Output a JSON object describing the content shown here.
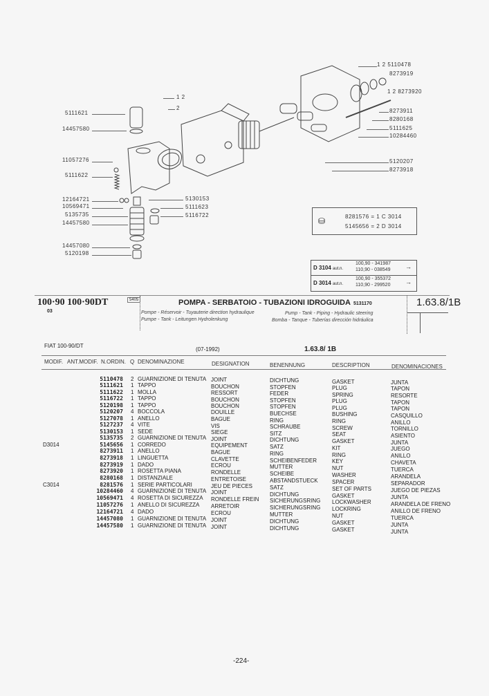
{
  "diagram": {
    "left_callouts": [
      "5111621",
      "14457580",
      "11057276",
      "5111622",
      "12164721",
      "10569471",
      "5135735",
      "14457580",
      "14457080",
      "5120198"
    ],
    "mid_callouts": [
      "5130153",
      "5111623",
      "5116722"
    ],
    "gasket_callouts": [
      "1 2",
      "2"
    ],
    "right_callouts": [
      "1 2  5110478",
      "8273919",
      "1 2  8273920",
      "8273911",
      "8280168",
      "5111625",
      "10284460",
      "5120207",
      "8273918"
    ],
    "kit_box": {
      "line1": "8281576 = 1  C 3014",
      "line2": "5145656 = 2  D 3014"
    },
    "serial_box": [
      {
        "code": "D 3104",
        "suffix": "aut.n.",
        "r1": "100,90 - 341987",
        "r2": "110,90 - 038549",
        "arrow": "→"
      },
      {
        "code": "D 3014",
        "suffix": "aut.n.",
        "r1": "100,90 - 355372",
        "r2": "110,90 - 299520",
        "arrow": "→"
      }
    ]
  },
  "header": {
    "model": "100·90 100·90DT",
    "model_sub": "03",
    "code_box": "5405",
    "title": "POMPA - SERBATOIO - TUBAZIONI IDROGUIDA",
    "title_code": "5131170",
    "sub_fr": "Pompe - Réservoir - Tuyauterie direction hydraulique",
    "sub_en": "Pump - Tank - Piping - Hydraulic steering",
    "sub_de": "Pumpe - Tank - Leitungen Hydrolenkung",
    "sub_es": "Bomba - Tanque - Tuberías dirección hidráulica",
    "page_ref": "1.63.8/1B"
  },
  "list_header": {
    "model": "FIAT 100-90/DT",
    "date": "(07-1992)",
    "ref": "1.63.8/ 1B"
  },
  "columns": [
    "MODIF.",
    "ANT.MODIF.",
    "N.ORDIN.",
    "Q",
    "DENOMINAZIONE",
    "DESIGNATION",
    "BENENNUNG",
    "DESCRIPTION",
    "DENOMINACIONES"
  ],
  "rows": [
    [
      "",
      "",
      "5110478",
      "2",
      "GUARNIZIONE DI TENUTA",
      "JOINT",
      "DICHTUNG",
      "GASKET",
      "JUNTA"
    ],
    [
      "",
      "",
      "5111621",
      "1",
      "TAPPO",
      "BOUCHON",
      "STOPFEN",
      "PLUG",
      "TAPON"
    ],
    [
      "",
      "",
      "5111622",
      "1",
      "MOLLA",
      "RESSORT",
      "FEDER",
      "SPRING",
      "RESORTE"
    ],
    [
      "",
      "",
      "5116722",
      "1",
      "TAPPO",
      "BOUCHON",
      "STOPFEN",
      "PLUG",
      "TAPON"
    ],
    [
      "",
      "",
      "5120198",
      "1",
      "TAPPO",
      "BOUCHON",
      "STOPFEN",
      "PLUG",
      "TAPON"
    ],
    [
      "",
      "",
      "5120207",
      "4",
      "BOCCOLA",
      "DOUILLE",
      "BUECHSE",
      "BUSHING",
      "CASQUILLO"
    ],
    [
      "",
      "",
      "5127078",
      "1",
      "ANELLO",
      "BAGUE",
      "RING",
      "RING",
      "ANILLO"
    ],
    [
      "",
      "",
      "5127237",
      "4",
      "VITE",
      "VIS",
      "SCHRAUBE",
      "SCREW",
      "TORNILLO"
    ],
    [
      "",
      "",
      "5130153",
      "1",
      "SEDE",
      "SIEGE",
      "SITZ",
      "SEAT",
      "ASIENTO"
    ],
    [
      "",
      "",
      "5135735",
      "2",
      "GUARNIZIONE DI TENUTA",
      "JOINT",
      "DICHTUNG",
      "GASKET",
      "JUNTA"
    ],
    [
      "D3014",
      "",
      "5145656",
      "1",
      "CORREDO",
      "EQUIPEMENT",
      "SATZ",
      "KIT",
      "JUEGO"
    ],
    [
      "",
      "",
      "8273911",
      "1",
      "ANELLO",
      "BAGUE",
      "RING",
      "RING",
      "ANILLO"
    ],
    [
      "",
      "",
      "8273918",
      "1",
      "LINGUETTA",
      "CLAVETTE",
      "SCHEIBENFEDER",
      "KEY",
      "CHAVETA"
    ],
    [
      "",
      "",
      "8273919",
      "1",
      "DADO",
      "ECROU",
      "MUTTER",
      "NUT",
      "TUERCA"
    ],
    [
      "",
      "",
      "8273920",
      "1",
      "ROSETTA PIANA",
      "RONDELLE",
      "SCHEIBE",
      "WASHER",
      "ARANDELA"
    ],
    [
      "",
      "",
      "8280168",
      "1",
      "DISTANZIALE",
      "ENTRETOISE",
      "ABSTANDSTUECK",
      "SPACER",
      "SEPARADOR"
    ],
    [
      "C3014",
      "",
      "8281576",
      "1",
      "SERIE PARTICOLARI",
      "JEU DE PIECES",
      "SATZ",
      "SET OF PARTS",
      "JUEGO DE PIEZAS"
    ],
    [
      "",
      "",
      "10284460",
      "4",
      "GUARNIZIONE DI TENUTA",
      "JOINT",
      "DICHTUNG",
      "GASKET",
      "JUNTA"
    ],
    [
      "",
      "",
      "10569471",
      "4",
      "ROSETTA DI SICUREZZA",
      "RONDELLE FREIN",
      "SICHERUNGSRING",
      "LOCKWASHER",
      "ARANDELA DE FRENO"
    ],
    [
      "",
      "",
      "11057276",
      "1",
      "ANELLO DI SICUREZZA",
      "ARRETOIR",
      "SICHERUNGSRING",
      "LOCKRING",
      "ANILLO DE FRENO"
    ],
    [
      "",
      "",
      "12164721",
      "4",
      "DADO",
      "ECROU",
      "MUTTER",
      "NUT",
      "TUERCA"
    ],
    [
      "",
      "",
      "14457080",
      "1",
      "GUARNIZIONE DI TENUTA",
      "JOINT",
      "DICHTUNG",
      "GASKET",
      "JUNTA"
    ],
    [
      "",
      "",
      "14457580",
      "1",
      "GUARNIZIONE DI TENUTA",
      "JOINT",
      "DICHTUNG",
      "GASKET",
      "JUNTA"
    ]
  ],
  "footer": {
    "page_number": "-224-"
  }
}
